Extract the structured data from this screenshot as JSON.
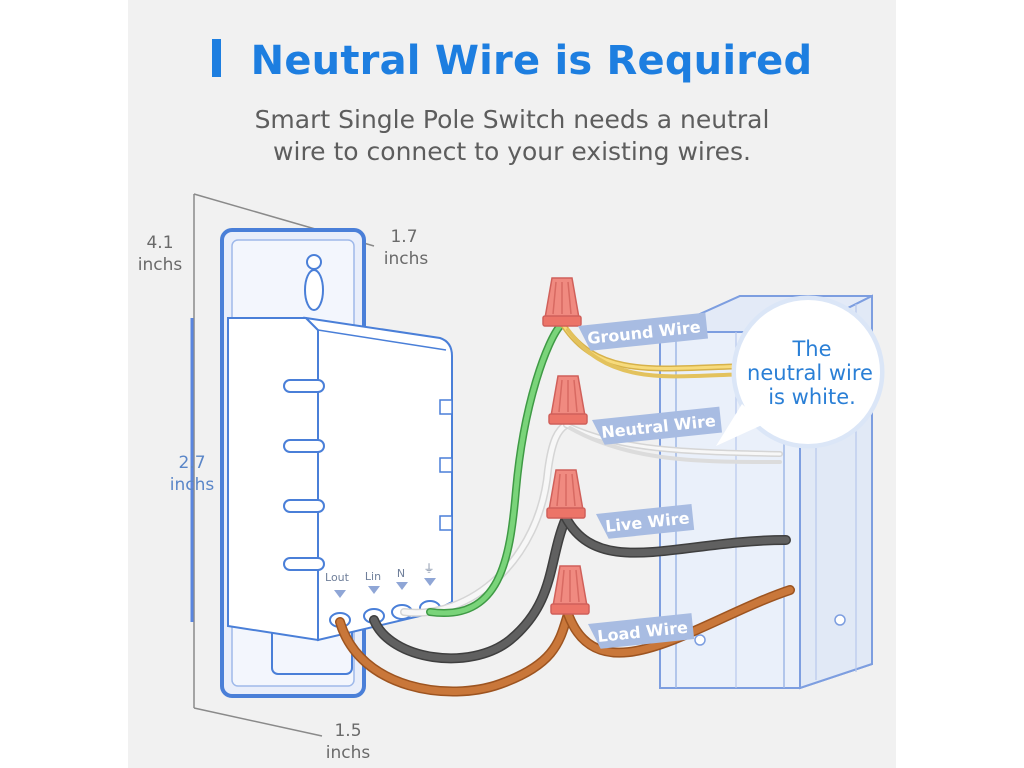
{
  "header": {
    "title": "Neutral Wire is Required",
    "subtitle_line1": "Smart Single Pole Switch needs a neutral",
    "subtitle_line2": "wire to connect to your existing wires."
  },
  "dimensions": {
    "height_total_value": "4.1",
    "height_total_unit": "inchs",
    "width_value": "1.7",
    "width_unit": "inchs",
    "body_height_value": "2.7",
    "body_height_unit": "inchs",
    "depth_value": "1.5",
    "depth_unit": "inchs"
  },
  "terminals": [
    "Lout",
    "Lin",
    "N",
    "⏚"
  ],
  "wires": {
    "ground": "Ground Wire",
    "neutral": "Neutral Wire",
    "live": "Live Wire",
    "load": "Load Wire"
  },
  "callout": {
    "line1": "The",
    "line2": "neutral wire",
    "line3": "is white."
  },
  "colors": {
    "accent": "#1d7ee0",
    "ground": "#6ccf6a",
    "neutral": "#e4e4e4",
    "live": "#5c5c5c",
    "load": "#c9773a",
    "wirenut": "#f08a80",
    "label_bg": "#a8bce2",
    "outline": "#4a7fd8"
  }
}
